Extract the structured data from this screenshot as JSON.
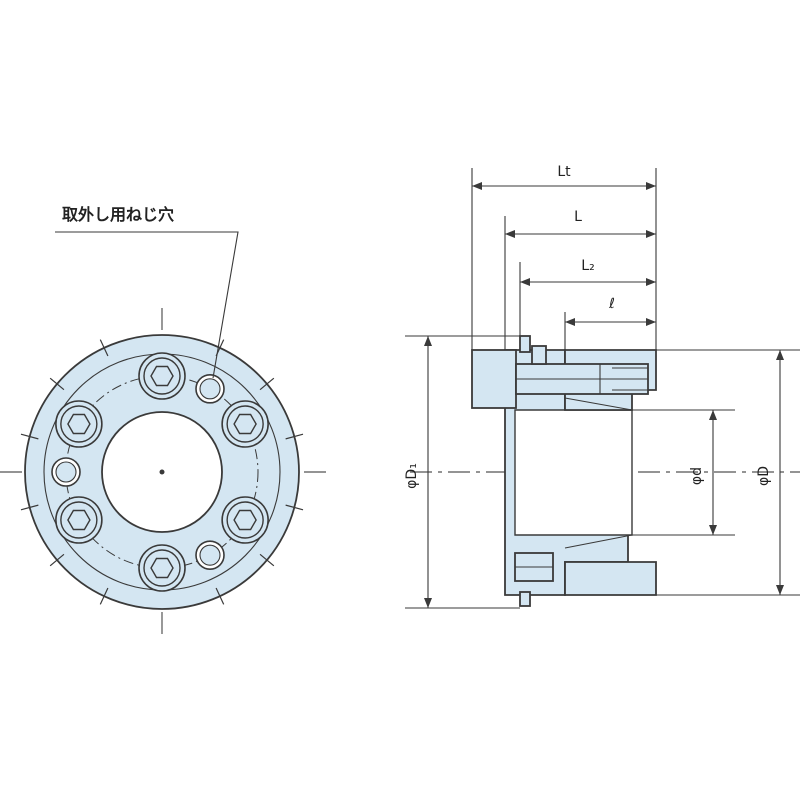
{
  "callout": {
    "label": "取外し用ねじ穴"
  },
  "dimensions": {
    "Lt": "Lt",
    "L": "L",
    "L2": "L₂",
    "l": "ℓ",
    "D1": "φD₁",
    "d": "φd",
    "D": "φD"
  },
  "colors": {
    "part_fill": "#d4e6f2",
    "line": "#3a3a3a",
    "background": "#ffffff"
  }
}
